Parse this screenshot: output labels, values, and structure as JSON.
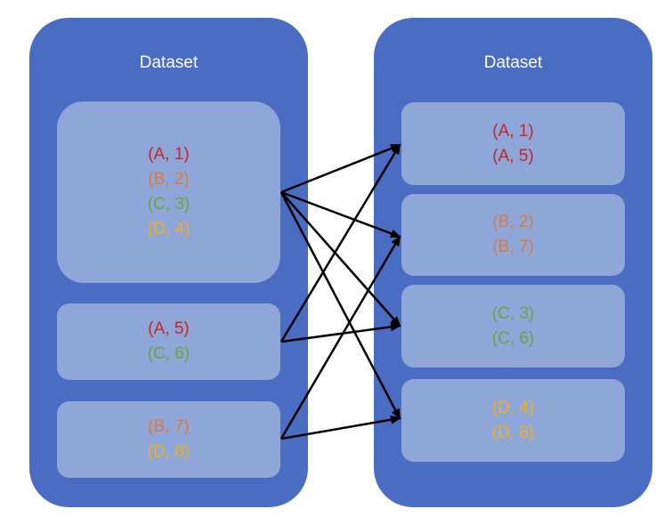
{
  "colors": {
    "dataset_bg": "#4a6cc2",
    "partition_bg": "#8fa6d9",
    "A": "#c4262b",
    "B": "#dc7a3d",
    "C": "#6ca342",
    "D": "#f0ae1a",
    "arrow": "#000000"
  },
  "left": {
    "title": "Dataset",
    "partitions": [
      {
        "items": [
          {
            "text": "(A, 1)",
            "key": "A"
          },
          {
            "text": "(B, 2)",
            "key": "B"
          },
          {
            "text": "(C, 3)",
            "key": "C"
          },
          {
            "text": "(D, 4)",
            "key": "D"
          }
        ]
      },
      {
        "items": [
          {
            "text": "(A, 5)",
            "key": "A"
          },
          {
            "text": "(C, 6)",
            "key": "C"
          }
        ]
      },
      {
        "items": [
          {
            "text": "(B, 7)",
            "key": "B"
          },
          {
            "text": "(D, 8)",
            "key": "D"
          }
        ]
      }
    ]
  },
  "right": {
    "title": "Dataset",
    "partitions": [
      {
        "items": [
          {
            "text": "(A, 1)",
            "key": "A"
          },
          {
            "text": "(A, 5)",
            "key": "A"
          }
        ]
      },
      {
        "items": [
          {
            "text": "(B, 2)",
            "key": "B"
          },
          {
            "text": "(B, 7)",
            "key": "B"
          }
        ]
      },
      {
        "items": [
          {
            "text": "(C, 3)",
            "key": "C"
          },
          {
            "text": "(C, 6)",
            "key": "C"
          }
        ]
      },
      {
        "items": [
          {
            "text": "(D, 4)",
            "key": "D"
          },
          {
            "text": "(D, 8)",
            "key": "D"
          }
        ]
      }
    ]
  },
  "edges": [
    {
      "from": 0,
      "to": 0
    },
    {
      "from": 0,
      "to": 1
    },
    {
      "from": 0,
      "to": 2
    },
    {
      "from": 0,
      "to": 3
    },
    {
      "from": 1,
      "to": 0
    },
    {
      "from": 1,
      "to": 2
    },
    {
      "from": 2,
      "to": 1
    },
    {
      "from": 2,
      "to": 3
    }
  ]
}
